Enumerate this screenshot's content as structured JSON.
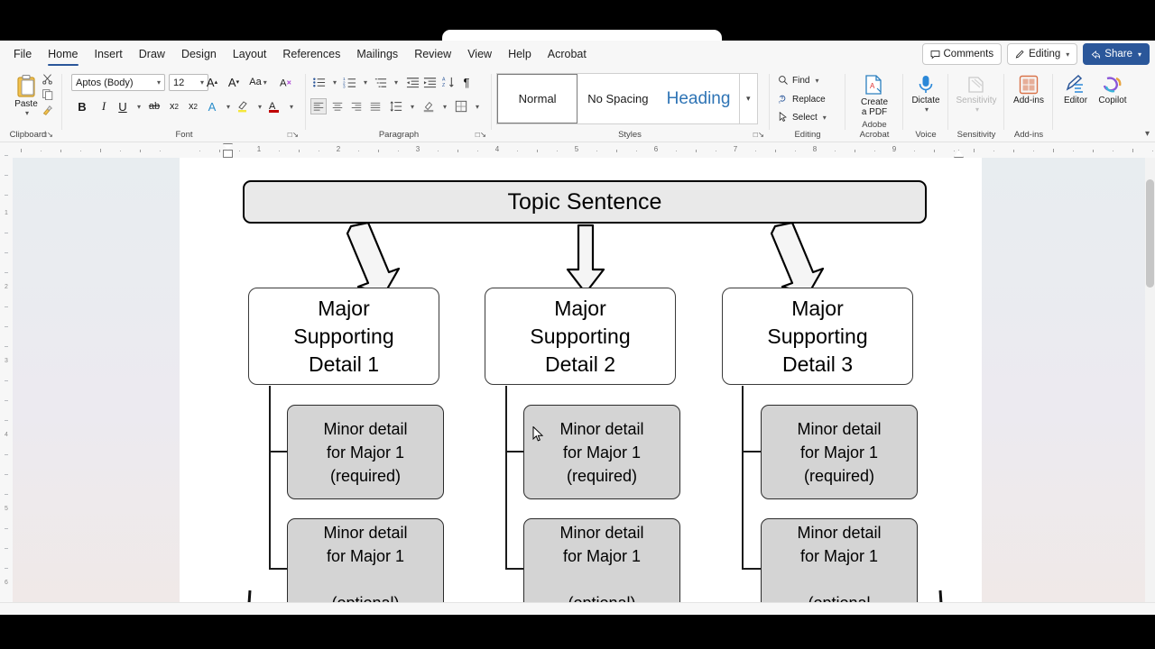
{
  "app": {
    "name": "Microsoft Word"
  },
  "ribbon": {
    "tabs": [
      {
        "label": "File",
        "active": false
      },
      {
        "label": "Home",
        "active": true
      },
      {
        "label": "Insert",
        "active": false
      },
      {
        "label": "Draw",
        "active": false
      },
      {
        "label": "Design",
        "active": false
      },
      {
        "label": "Layout",
        "active": false
      },
      {
        "label": "References",
        "active": false
      },
      {
        "label": "Mailings",
        "active": false
      },
      {
        "label": "Review",
        "active": false
      },
      {
        "label": "View",
        "active": false
      },
      {
        "label": "Help",
        "active": false
      },
      {
        "label": "Acrobat",
        "active": false
      }
    ],
    "top_right": {
      "comments": "Comments",
      "editing": "Editing",
      "share": "Share"
    },
    "groups": {
      "clipboard": {
        "label": "Clipboard",
        "paste": "Paste"
      },
      "font": {
        "label": "Font",
        "font_name": "Aptos (Body)",
        "font_size": "12"
      },
      "paragraph": {
        "label": "Paragraph"
      },
      "styles": {
        "label": "Styles",
        "items": [
          {
            "label": "Normal",
            "selected": true
          },
          {
            "label": "No Spacing",
            "selected": false
          },
          {
            "label": "Heading",
            "selected": false
          }
        ]
      },
      "editing": {
        "label": "Editing",
        "find": "Find",
        "replace": "Replace",
        "select": "Select"
      },
      "acrobat": {
        "label": "Adobe Acrobat",
        "create_pdf_line1": "Create",
        "create_pdf_line2": "a PDF"
      },
      "voice": {
        "label": "Voice",
        "dictate": "Dictate"
      },
      "sensitivity": {
        "label": "Sensitivity",
        "button": "Sensitivity"
      },
      "addins": {
        "label": "Add-ins",
        "button": "Add-ins"
      },
      "editor": {
        "label": "Editor"
      },
      "copilot": {
        "label": "Copilot"
      }
    }
  },
  "ruler": {
    "horizontal_numbers": [
      "1",
      "2",
      "3",
      "4",
      "5",
      "6",
      "7",
      "8",
      "9"
    ],
    "vertical_numbers": [
      "1",
      "2",
      "3",
      "4",
      "5",
      "6"
    ]
  },
  "document": {
    "topic": {
      "text": "Topic Sentence"
    },
    "columns": [
      {
        "major": "Major\nSupporting\nDetail 1",
        "major_lines": [
          "Major",
          "Supporting",
          "Detail 1"
        ],
        "minors": [
          {
            "lines": [
              "Minor detail",
              "for Major 1",
              "(required)"
            ]
          },
          {
            "lines": [
              "Minor detail",
              "for Major 1",
              "",
              "(optional)"
            ]
          }
        ]
      },
      {
        "major": "Major\nSupporting\nDetail 2",
        "major_lines": [
          "Major",
          "Supporting",
          "Detail 2"
        ],
        "minors": [
          {
            "lines": [
              "Minor detail",
              "for Major 1",
              "(required)"
            ]
          },
          {
            "lines": [
              "Minor detail",
              "for Major 1",
              "",
              "(optional)"
            ]
          }
        ]
      },
      {
        "major": "Major\nSupporting\nDetail 3",
        "major_lines": [
          "Major",
          "Supporting",
          "Detail 3"
        ],
        "minors": [
          {
            "lines": [
              "Minor detail",
              "for Major 1",
              "(required)"
            ]
          },
          {
            "lines": [
              "Minor detail",
              "for Major 1",
              "",
              "(optional"
            ]
          }
        ]
      }
    ]
  },
  "colors": {
    "accent": "#2b579a",
    "topic_fill": "#e9e9e9",
    "minor_fill": "#d4d4d4",
    "major_fill": "#ffffff",
    "outline": "#000000",
    "canvas": "#e9edf0",
    "page": "#ffffff"
  }
}
